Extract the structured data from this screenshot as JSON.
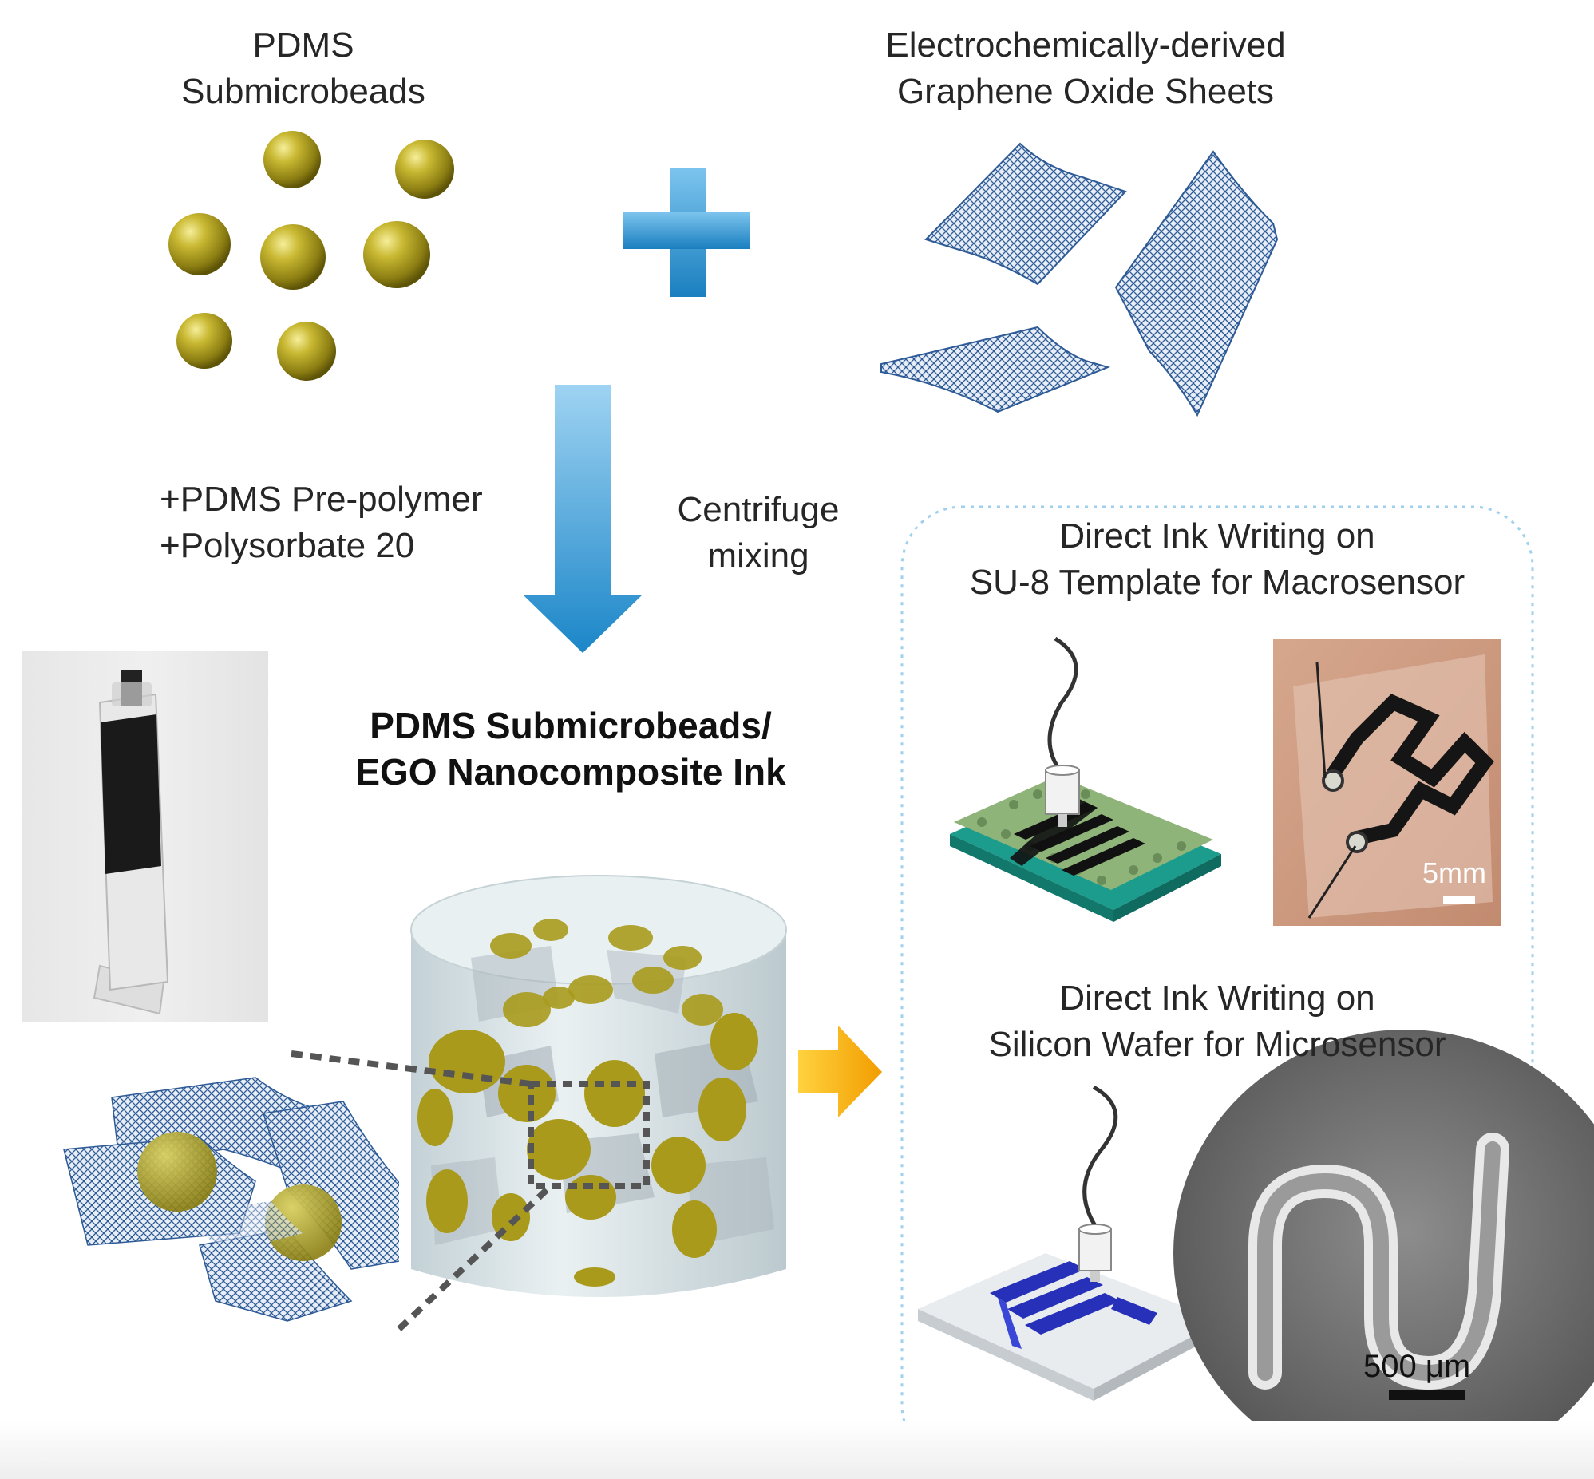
{
  "labels": {
    "pdms_beads": [
      "PDMS",
      "Submicrobeads"
    ],
    "ego_sheets": [
      "Electrochemically-derived",
      "Graphene  Oxide Sheets"
    ],
    "additives": [
      "+PDMS Pre-polymer",
      "+Polysorbate 20"
    ],
    "mixing": [
      "Centrifuge",
      "mixing"
    ],
    "ink_title": [
      "PDMS Submicrobeads/",
      "EGO Nanocomposite  Ink"
    ],
    "macro_title": [
      "Direct Ink Writing on",
      "SU-8 Template for Macrosensor"
    ],
    "micro_title": [
      "Direct Ink Writing on",
      "Silicon Wafer for Microsensor"
    ]
  },
  "scale_bars": {
    "macro": "5mm",
    "micro": "500 μm"
  },
  "colors": {
    "bead": "#a89a1e",
    "graphene": "#2e5b96",
    "arrow_blue": "#2a8fd0",
    "arrow_orange": "#f5b400",
    "panel_border": "#9fd0ee",
    "su8_template": "#8fb47a",
    "su8_base": "#1b9c8c",
    "micro_pattern": "#2630b8"
  },
  "icons": [
    "plus-icon",
    "down-arrow-icon",
    "right-arrow-icon",
    "nozzle-icon"
  ]
}
